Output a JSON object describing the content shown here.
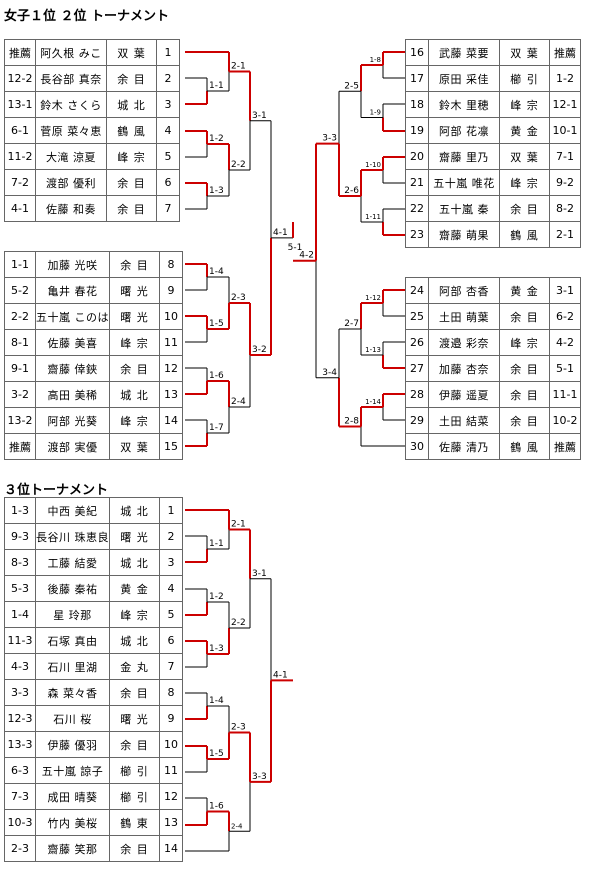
{
  "titles": {
    "main": "女子１位 ２位 トーナメント",
    "third": "３位トーナメント"
  },
  "bracket1": {
    "block_a": [
      {
        "seed": "推薦",
        "name": "阿久根 みこ",
        "team": "双 葉",
        "no": "1"
      },
      {
        "seed": "12-2",
        "name": "長谷部 真奈",
        "team": "余 目",
        "no": "2"
      },
      {
        "seed": "13-1",
        "name": "鈴木 さくら",
        "team": "城 北",
        "no": "3"
      },
      {
        "seed": "6-1",
        "name": "菅原 菜々恵",
        "team": "鶴 風",
        "no": "4"
      },
      {
        "seed": "11-2",
        "name": "大滝 涼夏",
        "team": "峰 宗",
        "no": "5"
      },
      {
        "seed": "7-2",
        "name": "渡部 優利",
        "team": "余 目",
        "no": "6"
      },
      {
        "seed": "4-1",
        "name": "佐藤 和奏",
        "team": "余 目",
        "no": "7"
      }
    ],
    "block_b": [
      {
        "seed": "1-1",
        "name": "加藤 光咲",
        "team": "余 目",
        "no": "8"
      },
      {
        "seed": "5-2",
        "name": "亀井 春花",
        "team": "曙 光",
        "no": "9"
      },
      {
        "seed": "2-2",
        "name": "五十嵐 このは",
        "team": "曙 光",
        "no": "10"
      },
      {
        "seed": "8-1",
        "name": "佐藤 美喜",
        "team": "峰 宗",
        "no": "11"
      },
      {
        "seed": "9-1",
        "name": "齋藤 倖鋏",
        "team": "余 目",
        "no": "12"
      },
      {
        "seed": "3-2",
        "name": "高田 美稀",
        "team": "城 北",
        "no": "13"
      },
      {
        "seed": "13-2",
        "name": "阿部 光葵",
        "team": "峰 宗",
        "no": "14"
      },
      {
        "seed": "推薦",
        "name": "渡部 実優",
        "team": "双 葉",
        "no": "15"
      }
    ],
    "block_c": [
      {
        "no": "16",
        "name": "武藤 菜要",
        "team": "双 葉",
        "seed": "推薦"
      },
      {
        "no": "17",
        "name": "原田 采佳",
        "team": "櫛 引",
        "seed": "1-2"
      },
      {
        "no": "18",
        "name": "鈴木 里穂",
        "team": "峰 宗",
        "seed": "12-1"
      },
      {
        "no": "19",
        "name": "阿部 花凛",
        "team": "黄 金",
        "seed": "10-1"
      },
      {
        "no": "20",
        "name": "齋藤 里乃",
        "team": "双 葉",
        "seed": "7-1"
      },
      {
        "no": "21",
        "name": "五十嵐 唯花",
        "team": "峰 宗",
        "seed": "9-2"
      },
      {
        "no": "22",
        "name": "五十嵐 秦",
        "team": "余 目",
        "seed": "8-2"
      },
      {
        "no": "23",
        "name": "齋藤 萌果",
        "team": "鶴 風",
        "seed": "2-1"
      }
    ],
    "block_d": [
      {
        "no": "24",
        "name": "阿部 杏香",
        "team": "黄 金",
        "seed": "3-1"
      },
      {
        "no": "25",
        "name": "土田 萌葉",
        "team": "余 目",
        "seed": "6-2"
      },
      {
        "no": "26",
        "name": "渡邉 彩奈",
        "team": "峰 宗",
        "seed": "4-2"
      },
      {
        "no": "27",
        "name": "加藤 杏奈",
        "team": "余 目",
        "seed": "5-1"
      },
      {
        "no": "28",
        "name": "伊藤 遥夏",
        "team": "余 目",
        "seed": "11-1"
      },
      {
        "no": "29",
        "name": "土田 結菜",
        "team": "余 目",
        "seed": "10-2"
      },
      {
        "no": "30",
        "name": "佐藤 清乃",
        "team": "鶴 風",
        "seed": "推薦"
      }
    ],
    "match_labels": {
      "m1_1": "1-1",
      "m1_2": "1-2",
      "m1_3": "1-3",
      "m1_4": "1-4",
      "m1_5": "1-5",
      "m1_6": "1-6",
      "m1_7": "1-7",
      "m1_8": "1-8",
      "m1_9": "1-9",
      "m1_10": "1-10",
      "m1_11": "1-11",
      "m1_12": "1-12",
      "m1_13": "1-13",
      "m1_14": "1-14",
      "m2_1": "2-1",
      "m2_2": "2-2",
      "m2_3": "2-3",
      "m2_4": "2-4",
      "m2_5": "2-5",
      "m2_6": "2-6",
      "m2_7": "2-7",
      "m2_8": "2-8",
      "m3_1": "3-1",
      "m3_2": "3-2",
      "m3_3": "3-3",
      "m3_4": "3-4",
      "m4_1": "4-1",
      "m4_2": "4-2",
      "m5_1": "5-1"
    }
  },
  "bracket3": {
    "entries": [
      {
        "seed": "1-3",
        "name": "中西 美紀",
        "team": "城 北",
        "no": "1"
      },
      {
        "seed": "9-3",
        "name": "長谷川 珠恵良",
        "team": "曙 光",
        "no": "2"
      },
      {
        "seed": "8-3",
        "name": "工藤 結愛",
        "team": "城 北",
        "no": "3"
      },
      {
        "seed": "5-3",
        "name": "後藤 秦祐",
        "team": "黄 金",
        "no": "4"
      },
      {
        "seed": "1-4",
        "name": "星 玲那",
        "team": "峰 宗",
        "no": "5"
      },
      {
        "seed": "11-3",
        "name": "石塚 真由",
        "team": "城 北",
        "no": "6"
      },
      {
        "seed": "4-3",
        "name": "石川 里湖",
        "team": "金 丸",
        "no": "7"
      },
      {
        "seed": "3-3",
        "name": "森 菜々香",
        "team": "余 目",
        "no": "8"
      },
      {
        "seed": "12-3",
        "name": "石川 桜",
        "team": "曙 光",
        "no": "9"
      },
      {
        "seed": "13-3",
        "name": "伊藤 優羽",
        "team": "余 目",
        "no": "10"
      },
      {
        "seed": "6-3",
        "name": "五十嵐 諒子",
        "team": "櫛 引",
        "no": "11"
      },
      {
        "seed": "7-3",
        "name": "成田 晴葵",
        "team": "櫛 引",
        "no": "12"
      },
      {
        "seed": "10-3",
        "name": "竹内 美桜",
        "team": "鶴 東",
        "no": "13"
      },
      {
        "seed": "2-3",
        "name": "齋藤 笑那",
        "team": "余 目",
        "no": "14"
      }
    ],
    "match_labels": {
      "m1_1": "1-1",
      "m1_2": "1-2",
      "m1_3": "1-3",
      "m1_4": "1-4",
      "m1_5": "1-5",
      "m1_6": "1-6",
      "m2_1": "2-1",
      "m2_2": "2-2",
      "m2_3": "2-3",
      "m2_4": "2-4",
      "m3_1": "3-1",
      "m3_2": "3-2",
      "m3_3": "3-3",
      "m4_1": "4-1"
    }
  }
}
